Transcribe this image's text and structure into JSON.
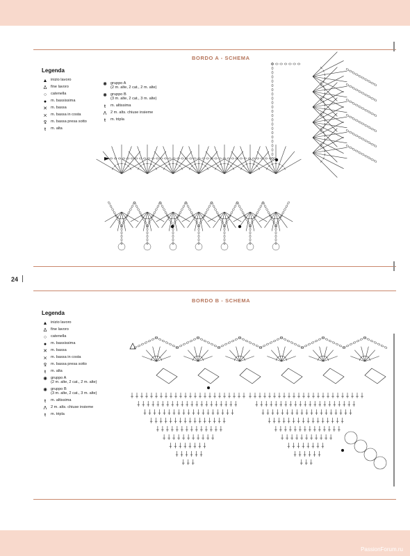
{
  "page": {
    "number": "24",
    "watermark": "PassionForum.ru"
  },
  "section_a": {
    "title": "BORDO A - SCHEMA",
    "legend_title": "Legenda",
    "col1": [
      {
        "icon": "start-arrow-icon",
        "symbol": "▲",
        "text": "inizio lavoro"
      },
      {
        "icon": "end-arrow-icon",
        "symbol": "Δ",
        "text": "fine lavoro"
      },
      {
        "icon": "chain-icon",
        "symbol": "○",
        "text": "catenella"
      },
      {
        "icon": "slip-stitch-icon",
        "symbol": "●",
        "text": "m. bassissima"
      },
      {
        "icon": "single-crochet-icon",
        "symbol": "✕",
        "text": "m. bassa"
      },
      {
        "icon": "ribbed-single-crochet-icon",
        "symbol": "⨯",
        "text": "m. bassa in costa"
      },
      {
        "icon": "single-crochet-under-icon",
        "symbol": "Ꝿ",
        "text": "m. bassa presa sotto"
      },
      {
        "icon": "double-crochet-icon",
        "symbol": "ŧ",
        "text": "m. alta"
      }
    ],
    "col2": [
      {
        "icon": "group-a-icon",
        "symbol": "✺",
        "text": "gruppo A\n(2 m. alte, 2 cat., 2 m. alte)"
      },
      {
        "icon": "group-b-icon",
        "symbol": "✺",
        "text": "gruppo B\n(3 m. alte, 2 cat., 3 m. alte)"
      },
      {
        "icon": "treble-crochet-icon",
        "symbol": "ŧ",
        "text": "m. altissima"
      },
      {
        "icon": "double-crochet-2tog-icon",
        "symbol": "Λ",
        "text": "2 m. alts. chiuse insieme"
      },
      {
        "icon": "triple-crochet-icon",
        "symbol": "ŧ",
        "text": "m. tripla"
      }
    ]
  },
  "section_b": {
    "title": "BORDO B - SCHEMA",
    "legend_title": "Legenda",
    "items": [
      {
        "icon": "start-arrow-icon",
        "symbol": "▲",
        "text": "inizio lavoro"
      },
      {
        "icon": "end-arrow-icon",
        "symbol": "Δ",
        "text": "fine lavoro"
      },
      {
        "icon": "chain-icon",
        "symbol": "○",
        "text": "catenella"
      },
      {
        "icon": "slip-stitch-icon",
        "symbol": "●",
        "text": "m. bassissima"
      },
      {
        "icon": "single-crochet-icon",
        "symbol": "✕",
        "text": "m. bassa"
      },
      {
        "icon": "ribbed-single-crochet-icon",
        "symbol": "⨯",
        "text": "m. bassa in costa"
      },
      {
        "icon": "single-crochet-under-icon",
        "symbol": "Ꝿ",
        "text": "m. bassa presa sotto"
      },
      {
        "icon": "double-crochet-icon",
        "symbol": "ŧ",
        "text": "m. alta"
      },
      {
        "icon": "group-a-icon",
        "symbol": "✺",
        "text": "gruppo A\n(2 m. alte, 2 cat., 2 m. alte)"
      },
      {
        "icon": "group-b-icon",
        "symbol": "✺",
        "text": "gruppo B\n(3 m. alte, 2 cat., 3 m. alte)"
      },
      {
        "icon": "treble-crochet-icon",
        "symbol": "ŧ",
        "text": "m. altissima"
      },
      {
        "icon": "double-crochet-2tog-icon",
        "symbol": "Λ",
        "text": "2 m. alts. chiuse insieme"
      },
      {
        "icon": "triple-crochet-icon",
        "symbol": "ŧ",
        "text": "m. tripla"
      }
    ]
  },
  "colors": {
    "band": "#f8d9cc",
    "accent": "#b5745a",
    "rule": "#c9876b",
    "ink": "#222222"
  }
}
